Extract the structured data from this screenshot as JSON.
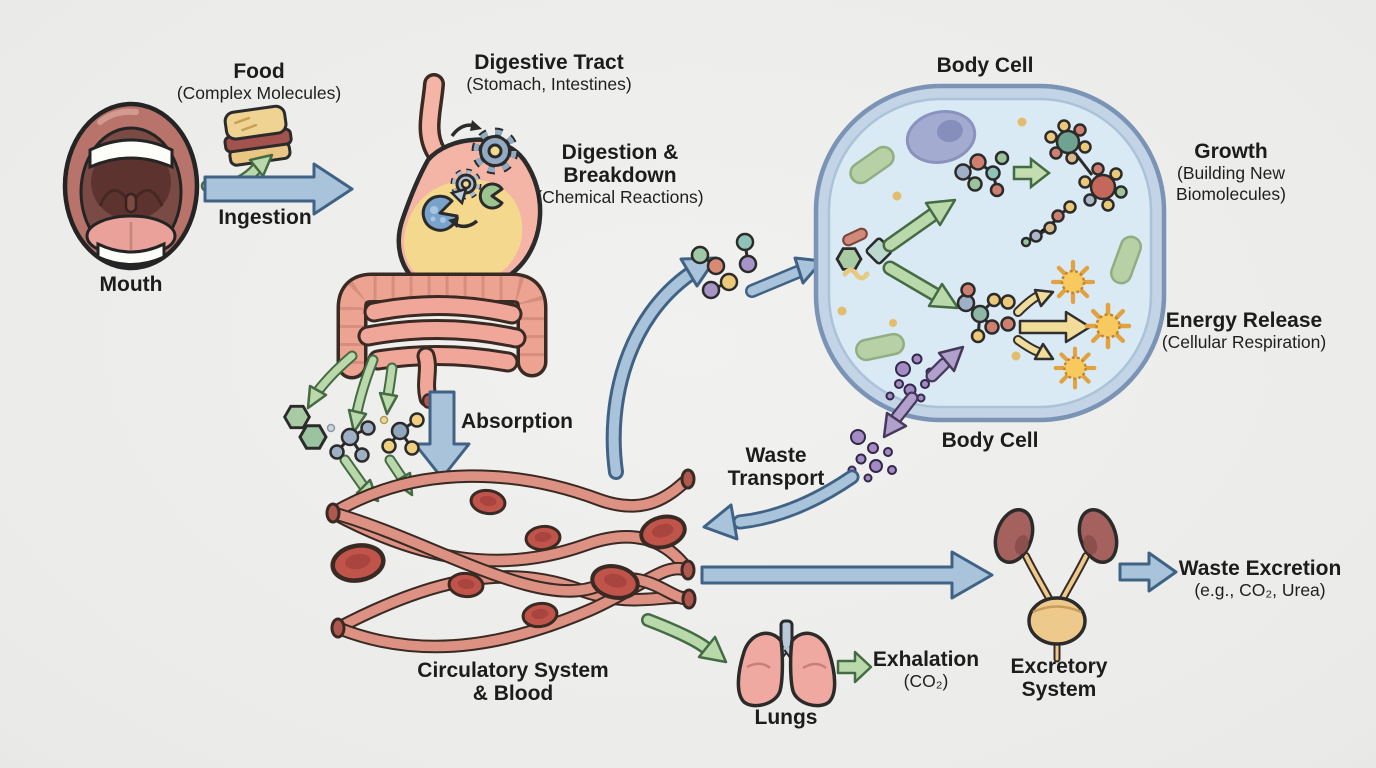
{
  "diagram": {
    "labels": {
      "food": {
        "title": "Food",
        "sub": "(Complex Molecules)"
      },
      "mouth": {
        "title": "Mouth"
      },
      "ingestion": {
        "title": "Ingestion"
      },
      "digestive_tract": {
        "title": "Digestive Tract",
        "sub": "(Stomach, Intestines)"
      },
      "digestion": {
        "line1": "Digestion &",
        "line2": "Breakdown",
        "sub": "(Chemical Reactions)"
      },
      "absorption": {
        "title": "Absorption"
      },
      "body_cell_top": {
        "title": "Body Cell"
      },
      "growth": {
        "title": "Growth",
        "sub_line1": "(Building New",
        "sub_line2": "Biomolecules)"
      },
      "energy_release": {
        "title": "Energy Release",
        "sub": "(Cellular Respiration)"
      },
      "body_cell_bottom": {
        "title": "Body Cell"
      },
      "waste_transport": {
        "line1": "Waste",
        "line2": "Transport"
      },
      "circulatory": {
        "line1": "Circulatory System",
        "line2": "& Blood"
      },
      "lungs": {
        "title": "Lungs"
      },
      "exhalation": {
        "title": "Exhalation",
        "sub": "(CO₂)"
      },
      "excretory": {
        "line1": "Excretory",
        "line2": "System"
      },
      "waste_excretion": {
        "title": "Waste Excretion",
        "sub": "(e.g., CO₂, Urea)"
      }
    },
    "colors": {
      "background": "#eaeae8",
      "text": "#1c1c1c",
      "arrow_blue": "#a9c4da",
      "arrow_green": "#b9d9ab",
      "arrow_yellow": "#f2dc99",
      "arrow_purple": "#b2a0cc",
      "cell_fill": "#d9eaf5",
      "cell_membrane": "#7b94b5",
      "nucleus": "#a4abd0",
      "organelle_green": "#b7d0a6",
      "vessel": "#dd9183",
      "blood_cell": "#c0544b",
      "organ_pink": "#f4b5a6",
      "stomach_content": "#f3d88e",
      "lung": "#f0a9a0",
      "kidney": "#a5615e",
      "bladder": "#eec98c",
      "energy_sun": "#f7c95e"
    },
    "icons": {
      "mouth-illustration": "open-mouth",
      "sandwich-icon": "layered-sandwich",
      "stomach-icon": "stomach-with-gears",
      "gear-icon": "cog-wheel",
      "intestines-icon": "coiled-intestines",
      "blood-vessels-illustration": "woven-capillary-braid",
      "red-blood-cell-icon": "red-oval-cell",
      "body-cell-illustration": "rounded-cell-with-nucleus",
      "nucleus-icon": "purple-nucleus",
      "mitochondrion-icon": "green-bean-organelle",
      "molecule-icon": "ball-and-stick-molecule",
      "sun-burst-icon": "energy-burst",
      "waste-dots-icon": "purple-particles",
      "lungs-icon": "pink-lungs-with-trachea",
      "kidneys-icon": "paired-kidneys",
      "bladder-icon": "bladder-with-ureters"
    }
  }
}
